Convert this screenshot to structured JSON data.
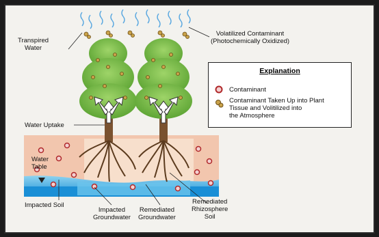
{
  "labels": {
    "transpired_water_1": "Transpired",
    "transpired_water_2": "Water",
    "volatilized_1": "Volatilized Contaminant",
    "volatilized_2": "(Photochemically Oxidized)",
    "water_uptake": "Water Uptake",
    "water_table_1": "Water",
    "water_table_2": "Table",
    "impacted_soil": "Impacted Soil",
    "impacted_gw_1": "Impacted",
    "impacted_gw_2": "Groundwater",
    "remediated_gw_1": "Remediated",
    "remediated_gw_2": "Groundwater",
    "rhizo_1": "Remediated",
    "rhizo_2": "Rhizosphere",
    "rhizo_3": "Soil"
  },
  "legend": {
    "title": "Explanation",
    "item1": "Contaminant",
    "item2_1": "Contaminant Taken Up into Plant",
    "item2_2": "Tissue and Volitilized into",
    "item2_3": "the Atmosphere"
  },
  "colors": {
    "soil": "#f2c6ae",
    "groundwater": "#1a8fd6",
    "foliage": "#7bbf4a",
    "contaminant_ring": "#b0282a",
    "volatilized_contaminant": "#c9a24a",
    "vapor": "#5aa8e0"
  },
  "icons": [
    "contaminant-icon",
    "volatilized-contaminant-icon",
    "water-table-arrow-icon"
  ]
}
